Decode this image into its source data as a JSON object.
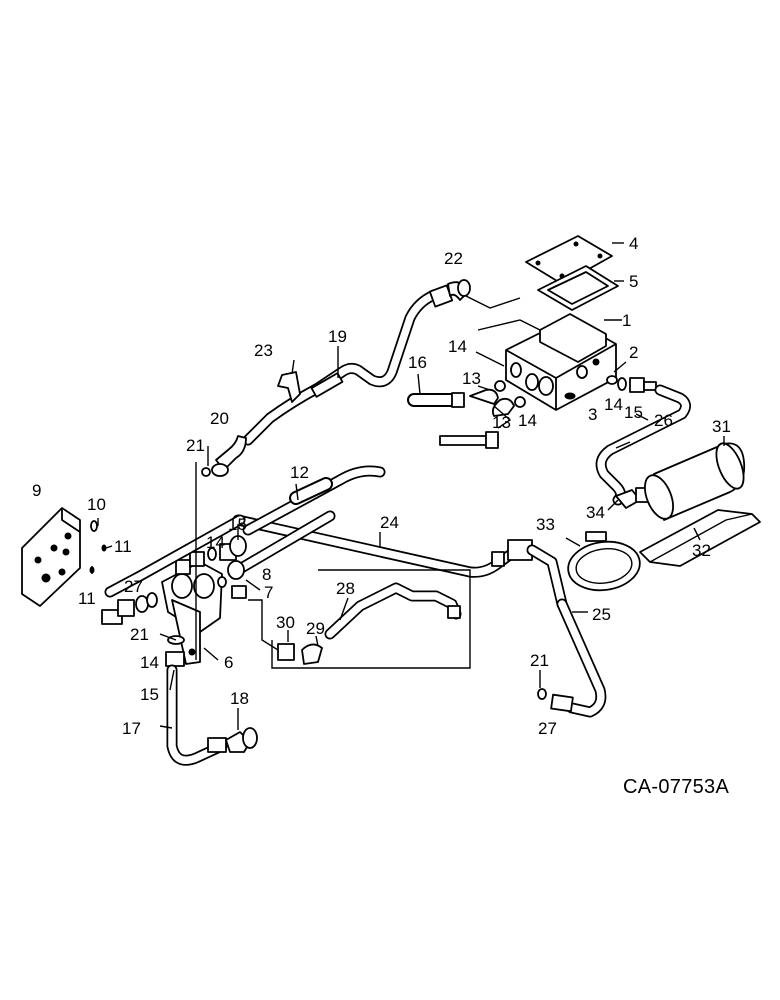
{
  "drawing_code": "CA-07753A",
  "callouts": {
    "c1": "1",
    "c2": "2",
    "c3": "3",
    "c4": "4",
    "c5": "5",
    "c6": "6",
    "c7": "7",
    "c8": "8",
    "c9": "9",
    "c10": "10",
    "c11a": "11",
    "c11b": "11",
    "c12": "12",
    "c13a": "13",
    "c13b": "13",
    "c14a": "14",
    "c14b": "14",
    "c14c": "14",
    "c14d": "14",
    "c14e": "14",
    "c15a": "15",
    "c15b": "15",
    "c15c": "15",
    "c16": "16",
    "c17": "17",
    "c18": "18",
    "c19": "19",
    "c20": "20",
    "c21a": "21",
    "c21b": "21",
    "c21c": "21",
    "c22": "22",
    "c23": "23",
    "c24": "24",
    "c25": "25",
    "c26": "26",
    "c27a": "27",
    "c27b": "27",
    "c28": "28",
    "c29": "29",
    "c30": "30",
    "c31": "31",
    "c32": "32",
    "c33": "33",
    "c34": "34"
  }
}
